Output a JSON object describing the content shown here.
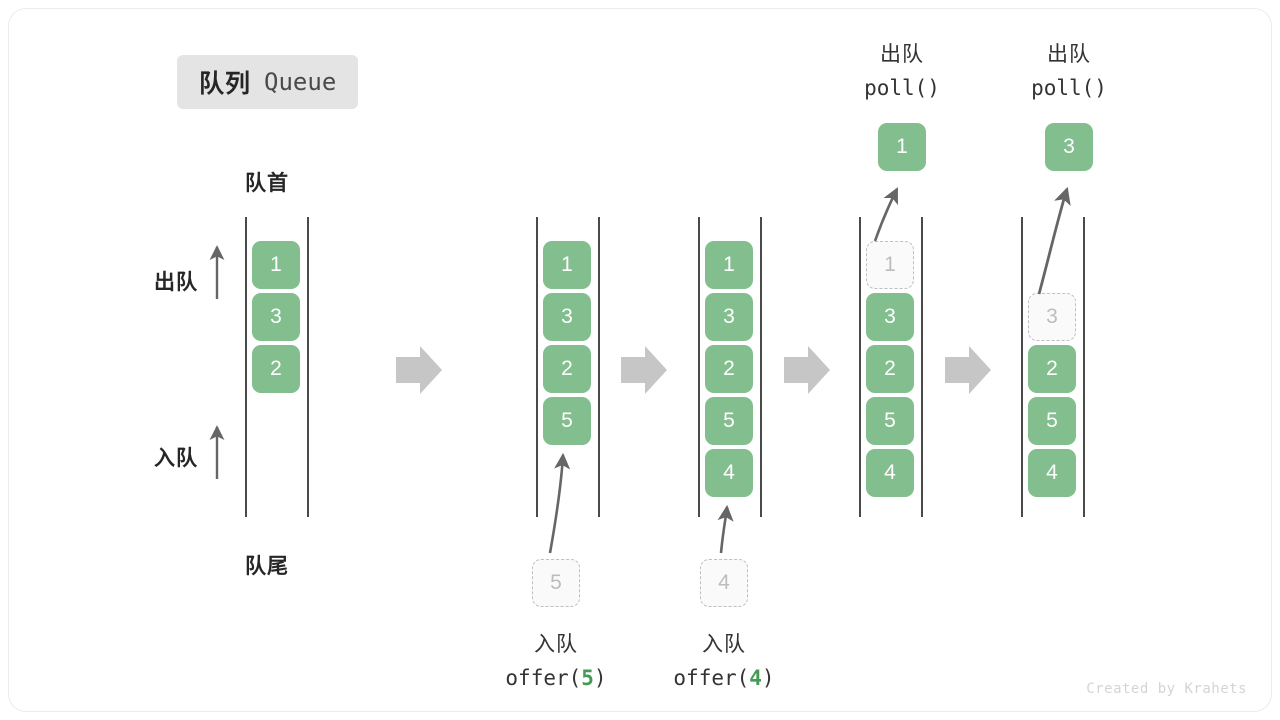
{
  "title": {
    "zh": "队列",
    "en": "Queue"
  },
  "labels": {
    "head": "队首",
    "tail": "队尾",
    "dequeue": "出队",
    "enqueue": "入队"
  },
  "footer": "Created by Krahets",
  "colors": {
    "cell_fill": "#83be8f",
    "cell_text": "#ffffff",
    "ghost_fill": "#fafafa",
    "ghost_border": "#bfbfbf",
    "ghost_text": "#bdbdbd",
    "rail": "#4a4a4a",
    "arrow": "#666666",
    "step_arrow": "#c6c6c6",
    "badge_bg": "#e4e4e4",
    "accent_green": "#459a54"
  },
  "stages": [
    {
      "name": "initial",
      "cells": [
        "1",
        "3",
        "2"
      ],
      "ghost_index": -1,
      "side_labels": true
    },
    {
      "name": "after-offer-5",
      "cells": [
        "1",
        "3",
        "2",
        "5"
      ],
      "ghost_index": -1,
      "incoming": {
        "value": "5",
        "op_zh": "入队",
        "op_code": "offer(",
        "op_arg": "5",
        "op_code_end": ")"
      }
    },
    {
      "name": "after-offer-4",
      "cells": [
        "1",
        "3",
        "2",
        "5",
        "4"
      ],
      "ghost_index": -1,
      "incoming": {
        "value": "4",
        "op_zh": "入队",
        "op_code": "offer(",
        "op_arg": "4",
        "op_code_end": ")"
      }
    },
    {
      "name": "after-poll-1",
      "cells": [
        "1",
        "3",
        "2",
        "5",
        "4"
      ],
      "ghost_index": 0,
      "outgoing": {
        "value": "1",
        "op_zh": "出队",
        "op_code": "poll()"
      }
    },
    {
      "name": "after-poll-3",
      "cells": [
        "3",
        "2",
        "5",
        "4"
      ],
      "ghost_index": 0,
      "cell_offset": 1,
      "outgoing": {
        "value": "3",
        "op_zh": "出队",
        "op_code": "poll()"
      }
    }
  ],
  "step_arrows": [
    {
      "name": "step-arrow-1"
    },
    {
      "name": "step-arrow-2"
    },
    {
      "name": "step-arrow-3"
    },
    {
      "name": "step-arrow-4"
    }
  ]
}
